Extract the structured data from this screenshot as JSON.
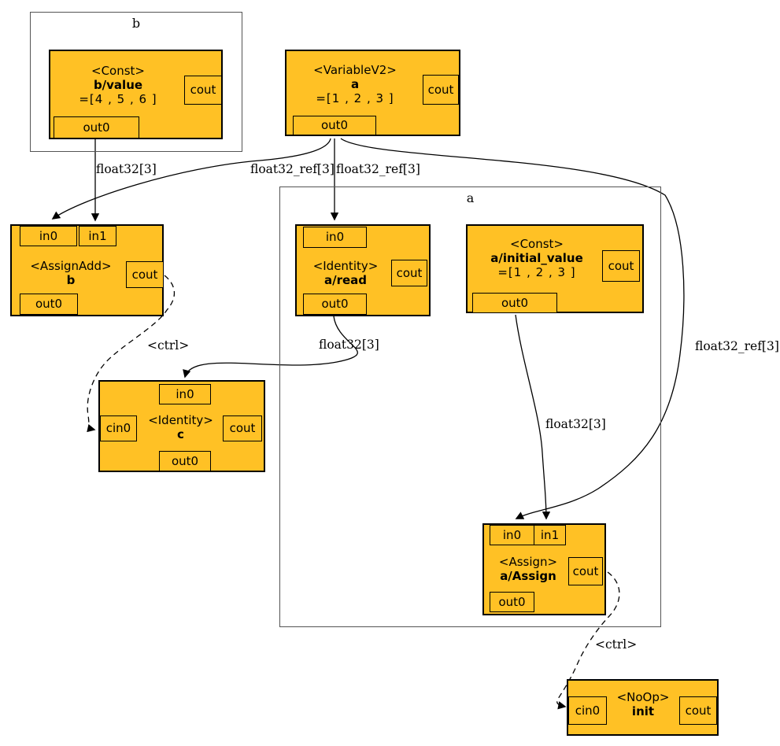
{
  "colors": {
    "node_fill": "#FFC125",
    "node_border": "#000000",
    "cluster_border": "#545454",
    "edge": "#000000",
    "background": "#ffffff"
  },
  "clusters": {
    "b": {
      "label": "b"
    },
    "a": {
      "label": "a"
    }
  },
  "nodes": {
    "b_value": {
      "type_label": "<Const>",
      "name": "b/value",
      "value": "=[4 , 5 , 6 ]",
      "ports": {
        "cout": "cout",
        "out0": "out0"
      }
    },
    "a_var": {
      "type_label": "<VariableV2>",
      "name": "a",
      "value": "=[1 , 2 , 3 ]",
      "ports": {
        "cout": "cout",
        "out0": "out0"
      }
    },
    "assign_add_b": {
      "type_label": "<AssignAdd>",
      "name": "b",
      "ports": {
        "in0": "in0",
        "in1": "in1",
        "cout": "cout",
        "out0": "out0"
      }
    },
    "a_read": {
      "type_label": "<Identity>",
      "name": "a/read",
      "ports": {
        "in0": "in0",
        "cout": "cout",
        "out0": "out0"
      }
    },
    "a_initial_value": {
      "type_label": "<Const>",
      "name": "a/initial_value",
      "value": "=[1 , 2 , 3 ]",
      "ports": {
        "cout": "cout",
        "out0": "out0"
      }
    },
    "c": {
      "type_label": "<Identity>",
      "name": "c",
      "ports": {
        "in0": "in0",
        "cin0": "cin0",
        "cout": "cout",
        "out0": "out0"
      }
    },
    "a_assign": {
      "type_label": "<Assign>",
      "name": "a/Assign",
      "ports": {
        "in0": "in0",
        "in1": "in1",
        "cout": "cout",
        "out0": "out0"
      }
    },
    "init": {
      "type_label": "<NoOp>",
      "name": "init",
      "ports": {
        "cin0": "cin0",
        "cout": "cout"
      }
    }
  },
  "edges": [
    {
      "from": "b/value:out0",
      "to": "b:in1",
      "label": "float32[3]",
      "style": "solid"
    },
    {
      "from": "a:out0",
      "to": "b:in0",
      "label": "float32_ref[3]",
      "style": "solid"
    },
    {
      "from": "a:out0",
      "to": "a/read:in0",
      "label": "float32_ref[3]",
      "style": "solid"
    },
    {
      "from": "a:out0",
      "to": "a/Assign:in0",
      "label": "float32_ref[3]",
      "style": "solid"
    },
    {
      "from": "a/read:out0",
      "to": "c:in0",
      "label": "float32[3]",
      "style": "solid"
    },
    {
      "from": "a/initial_value:out0",
      "to": "a/Assign:in1",
      "label": "float32[3]",
      "style": "solid"
    },
    {
      "from": "b:cout",
      "to": "c:cin0",
      "label": "<ctrl>",
      "style": "dashed"
    },
    {
      "from": "a/Assign:cout",
      "to": "init:cin0",
      "label": "<ctrl>",
      "style": "dashed"
    }
  ]
}
